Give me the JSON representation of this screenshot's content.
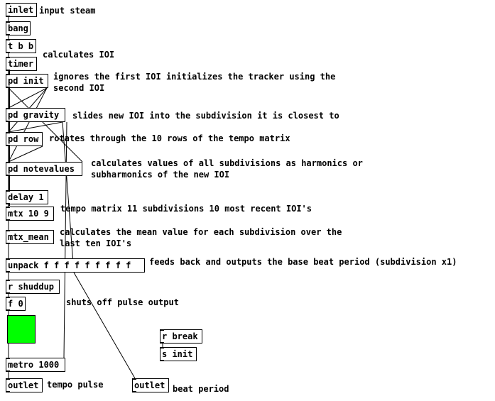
{
  "objects": {
    "inlet": "inlet",
    "bang": "bang",
    "tbb": "t b b",
    "timer": "timer",
    "pd_init": "pd init",
    "pd_gravity": "pd gravity",
    "pd_row": "pd row",
    "pd_notevalues": "pd notevalues",
    "delay": "delay 1",
    "mtx": "mtx 10 9",
    "mtx_mean": "mtx_mean",
    "unpack": "unpack f f f f f f f f f",
    "r_shuddup": "r shuddup",
    "f0": "f 0",
    "r_break": "r break",
    "s_init": "s init",
    "metro": "metro 1000",
    "outlet_tempo": "outlet",
    "outlet_beat": "outlet"
  },
  "comments": {
    "input": "input steam",
    "ioi": "calculates IOI",
    "init_1": "ignores the first IOI initializes the tracker using the",
    "init_2": "second IOI",
    "gravity": "slides new IOI into the subdivision it is closest to",
    "row": "rotates through the 10 rows of the tempo matrix",
    "notevalues_1": "calculates values of all subdivisions as harmonics or",
    "notevalues_2": "subharmonics of the new IOI",
    "matrix": "tempo matrix 11 subdivisions 10 most recent IOI's",
    "mean_1": "calculates the mean value for each subdivision over the",
    "mean_2": "last ten IOI's",
    "feedback": "feeds back and outputs the base beat period (subdivision x1)",
    "shutoff": "shuts off pulse output",
    "tempo_pulse": "tempo pulse",
    "beat_period": "beat period"
  },
  "colors": {
    "toggle_fill": "#00ff00",
    "background": "#ffffff",
    "ink": "#000000"
  }
}
